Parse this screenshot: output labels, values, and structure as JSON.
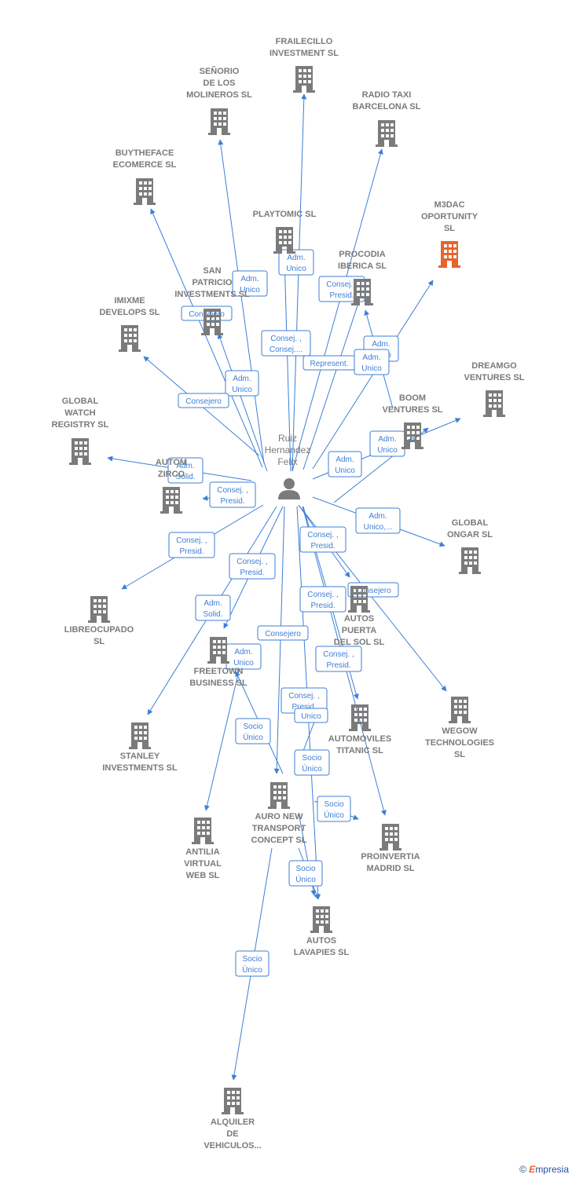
{
  "colors": {
    "edge": "#3d7fd6",
    "building": "#7b7b7b",
    "highlight": "#e8632b",
    "person": "#7b7b7b"
  },
  "center": {
    "label": [
      "Ruiz",
      "Hernandez",
      "Felix"
    ],
    "icon": "person-icon"
  },
  "companies": [
    {
      "id": "frailecillo",
      "label": [
        "FRAILECILLO",
        "INVESTMENT SL"
      ]
    },
    {
      "id": "senorio",
      "label": [
        "SEÑORIO",
        "DE LOS",
        "MOLINEROS SL"
      ]
    },
    {
      "id": "radiotaxi",
      "label": [
        "RADIO TAXI",
        "BARCELONA SL"
      ]
    },
    {
      "id": "buytheface",
      "label": [
        "BUYTHEFACE",
        "ECOMERCE  SL"
      ]
    },
    {
      "id": "m3dac",
      "label": [
        "M3DAC",
        "OPORTUNITY",
        "SL"
      ],
      "highlight": true
    },
    {
      "id": "playtomic",
      "label": [
        "PLAYTOMIC  SL"
      ]
    },
    {
      "id": "procodia",
      "label": [
        "PROCODIA",
        "IBERICA  SL"
      ]
    },
    {
      "id": "sanpatricio",
      "label": [
        "SAN",
        "PATRICIO",
        "INVESTMENTS SL"
      ]
    },
    {
      "id": "imixme",
      "label": [
        "IMIXME",
        "DEVELOPS SL"
      ]
    },
    {
      "id": "dreamgo",
      "label": [
        "DREAMGO",
        "VENTURES  SL"
      ]
    },
    {
      "id": "boom",
      "label": [
        "BOOM",
        "VENTURES  SL"
      ]
    },
    {
      "id": "globalwatch",
      "label": [
        "GLOBAL",
        "WATCH",
        "REGISTRY SL"
      ]
    },
    {
      "id": "autozirco",
      "label": [
        "AUTOM",
        "ZIRCO"
      ]
    },
    {
      "id": "globalongar",
      "label": [
        "GLOBAL",
        "ONGAR  SL"
      ]
    },
    {
      "id": "libreocupado",
      "label": [
        "LIBREOCUPADO",
        "SL"
      ]
    },
    {
      "id": "autospuerta",
      "label": [
        "AUTOS",
        "PUERTA",
        "DEL SOL  SL"
      ]
    },
    {
      "id": "freetown",
      "label": [
        "FREETOWN",
        "BUSINESS  SL"
      ]
    },
    {
      "id": "wegow",
      "label": [
        "WEGOW",
        "TECHNOLOGIES",
        "SL"
      ]
    },
    {
      "id": "automoviles",
      "label": [
        "AUTOMOVILES",
        "TITANIC  SL"
      ]
    },
    {
      "id": "stanley",
      "label": [
        "STANLEY",
        "INVESTMENTS SL"
      ]
    },
    {
      "id": "auronew",
      "label": [
        "AURO NEW",
        "TRANSPORT",
        "CONCEPT  SL"
      ]
    },
    {
      "id": "antilia",
      "label": [
        "ANTILIA",
        "VIRTUAL",
        "WEB  SL"
      ]
    },
    {
      "id": "proinvertia",
      "label": [
        "PROINVERTIA",
        "MADRID SL"
      ]
    },
    {
      "id": "autoslavapies",
      "label": [
        "AUTOS",
        "LAVAPIES  SL"
      ]
    },
    {
      "id": "alquiler",
      "label": [
        "ALQUILER",
        "DE",
        "VEHICULOS..."
      ]
    }
  ],
  "edge_labels": [
    {
      "id": "e1",
      "lines": [
        "Adm.",
        "Unico"
      ]
    },
    {
      "id": "e2",
      "lines": [
        "Adm.",
        "Unico"
      ]
    },
    {
      "id": "e3",
      "lines": [
        "Consej. ,",
        "Presid."
      ]
    },
    {
      "id": "e4",
      "lines": [
        "Consejero"
      ]
    },
    {
      "id": "e5",
      "lines": [
        "Adm.",
        "Unico"
      ]
    },
    {
      "id": "e6",
      "lines": [
        "Consej. ,",
        "Consej...."
      ]
    },
    {
      "id": "e7",
      "lines": [
        "Represent."
      ]
    },
    {
      "id": "e8",
      "lines": [
        "Adm.",
        "Unico"
      ]
    },
    {
      "id": "e9",
      "lines": [
        "Adm.",
        "Unico"
      ]
    },
    {
      "id": "e10",
      "lines": [
        "Consejero"
      ]
    },
    {
      "id": "e11",
      "lines": [
        "Adm.",
        "Unico"
      ]
    },
    {
      "id": "e12",
      "lines": [
        "Adm.",
        "Unico"
      ]
    },
    {
      "id": "e13",
      "lines": [
        "Adm.",
        "Solid."
      ]
    },
    {
      "id": "e14",
      "lines": [
        "Consej. ,",
        "Presid."
      ]
    },
    {
      "id": "e15",
      "lines": [
        "Adm.",
        "Unico,..."
      ]
    },
    {
      "id": "e16",
      "lines": [
        "Consej. ,",
        "Presid."
      ]
    },
    {
      "id": "e17",
      "lines": [
        "Consej. ,",
        "Presid."
      ]
    },
    {
      "id": "e18",
      "lines": [
        "Consej. ,",
        "Presid."
      ]
    },
    {
      "id": "e19",
      "lines": [
        "Consejero"
      ]
    },
    {
      "id": "e20",
      "lines": [
        "Adm.",
        "Solid."
      ]
    },
    {
      "id": "e21",
      "lines": [
        "Consej. ,",
        "Presid."
      ]
    },
    {
      "id": "e22",
      "lines": [
        "Consejero"
      ]
    },
    {
      "id": "e23",
      "lines": [
        "Consej. ,",
        "Presid."
      ]
    },
    {
      "id": "e24",
      "lines": [
        "Adm.",
        "Unico"
      ]
    },
    {
      "id": "e25",
      "lines": [
        "Consej. ,",
        "Presid."
      ]
    },
    {
      "id": "e26",
      "lines": [
        "Unico"
      ]
    },
    {
      "id": "e27",
      "lines": [
        "Socio",
        "Único"
      ]
    },
    {
      "id": "e28",
      "lines": [
        "Socio",
        "Único"
      ]
    },
    {
      "id": "e29",
      "lines": [
        "Socio",
        "Único"
      ]
    },
    {
      "id": "e30",
      "lines": [
        "Socio",
        "Único"
      ]
    },
    {
      "id": "e31",
      "lines": [
        "Socio",
        "Único"
      ]
    }
  ],
  "footer": {
    "copyright": "©",
    "brand_first": "E",
    "brand_rest": "mpresia"
  }
}
